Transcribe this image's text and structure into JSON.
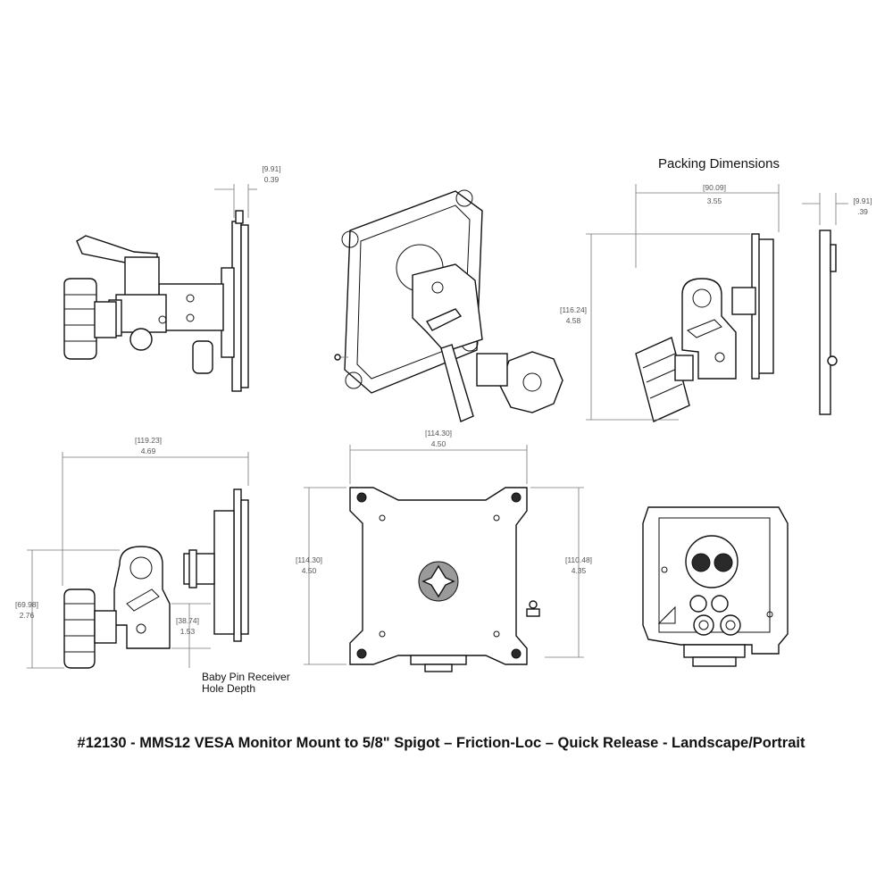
{
  "title": "#12130 - MMS12 VESA Monitor Mount to 5/8\" Spigot – Friction-Loc – Quick Release - Landscape/Portrait",
  "packing_heading": "Packing Dimensions",
  "baby_pin_note": [
    "Baby Pin Receiver",
    "Hole Depth"
  ],
  "dimensions": {
    "top_left_thickness": {
      "mm": "[9.91]",
      "in": "0.39"
    },
    "packing_width": {
      "mm": "[90.09]",
      "in": "3.55"
    },
    "packing_depth": {
      "mm": "[9.91]",
      "in": ".39"
    },
    "packing_height": {
      "mm": "[116.24]",
      "in": "4.58"
    },
    "side_depth": {
      "mm": "[119.23]",
      "in": "4.69"
    },
    "spigot_height": {
      "mm": "[69.98]",
      "in": "2.76"
    },
    "pin_depth": {
      "mm": "[38.74]",
      "in": "1.53"
    },
    "plate_width": {
      "mm": "[114.30]",
      "in": "4.50"
    },
    "plate_height": {
      "mm": "[114.30]",
      "in": "4.50"
    },
    "plate_height_right": {
      "mm": "[110.48]",
      "in": "4.35"
    }
  }
}
